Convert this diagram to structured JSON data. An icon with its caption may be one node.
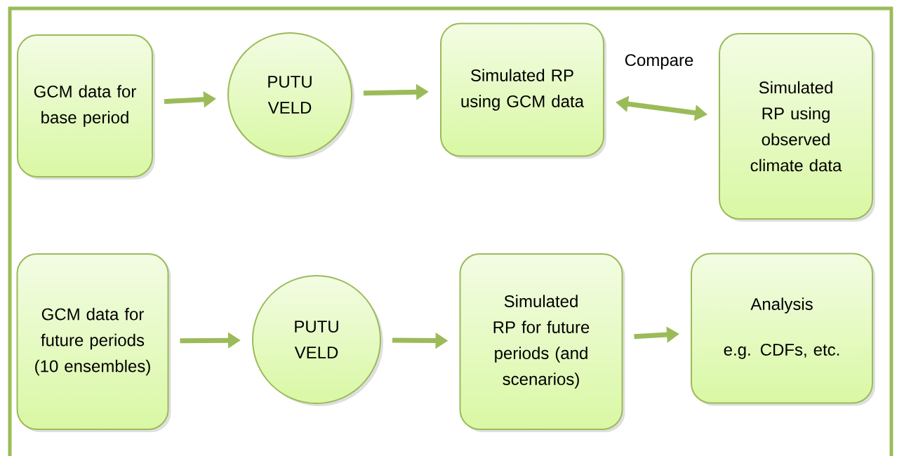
{
  "diagram": {
    "nodes": [
      {
        "text": [
          "GCM data for base period"
        ]
      },
      {
        "text": [
          "PUTU VELD"
        ]
      },
      {
        "text": [
          "Simulated RP using GCM data"
        ]
      },
      {
        "text": [
          "Simulated RP using observed climate data"
        ]
      },
      {
        "text": [
          "GCM data for future periods (10 ensembles)"
        ]
      },
      {
        "text": [
          "PUTU VELD"
        ]
      },
      {
        "text": [
          "Simulated RP for future periods (and scenarios)"
        ]
      },
      {
        "text": [
          "Analysis",
          "e.g. CDFs, etc."
        ]
      }
    ],
    "edges": [
      {
        "from": 0,
        "to": 1,
        "arrow": "to"
      },
      {
        "from": 1,
        "to": 2,
        "arrow": "to"
      },
      {
        "from": 2,
        "to": 3,
        "arrow": "both",
        "label": "Compare"
      },
      {
        "from": 4,
        "to": 5,
        "arrow": "to"
      },
      {
        "from": 5,
        "to": 6,
        "arrow": "to"
      },
      {
        "from": 6,
        "to": 7,
        "arrow": "to"
      }
    ]
  }
}
